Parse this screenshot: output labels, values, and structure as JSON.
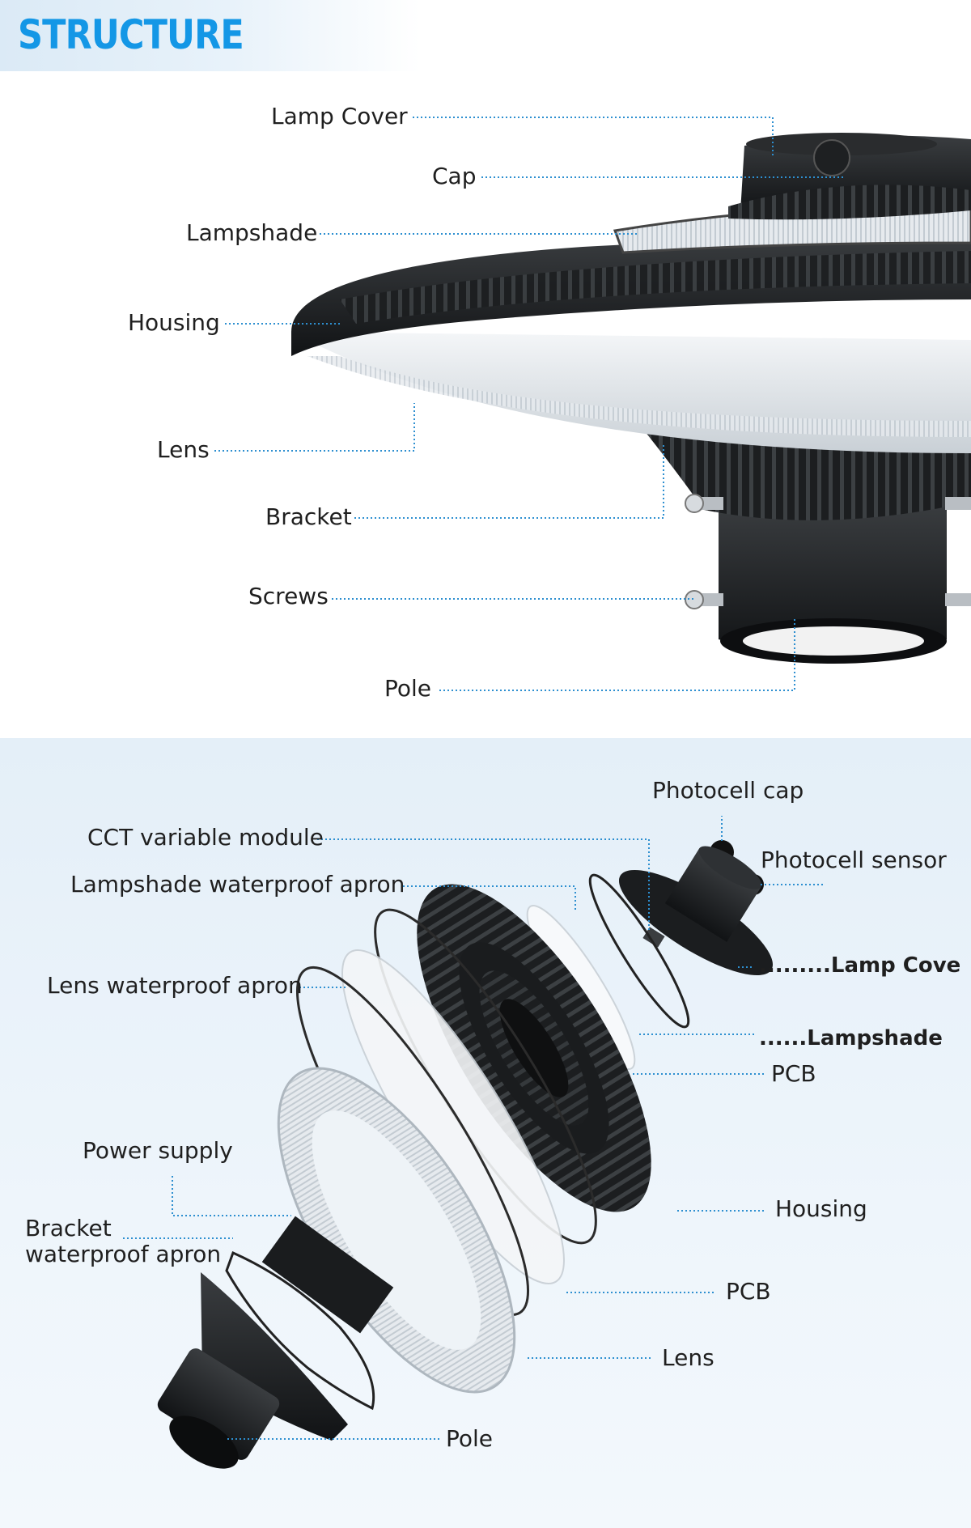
{
  "header": {
    "title": "STRUCTURE"
  },
  "assembled": {
    "labels": [
      "Lamp Cover",
      "Cap",
      "Lampshade",
      "Housing",
      "Lens",
      "Bracket",
      "Screws",
      "Pole"
    ]
  },
  "exploded": {
    "left_labels": [
      "CCT variable module",
      "Lampshade waterproof apron",
      "Lens waterproof apron",
      "Power supply",
      "Bracket\nwaterproof apron"
    ],
    "right_labels": [
      "Photocell cap",
      "Photocell sensor",
      ".........Lamp Cove",
      "......Lampshade",
      "PCB",
      "Housing",
      "PCB",
      "Lens",
      "Pole"
    ]
  },
  "colors": {
    "accent": "#1497e6",
    "leader": "#2d8fd0",
    "panel": "#e8f2fa"
  }
}
